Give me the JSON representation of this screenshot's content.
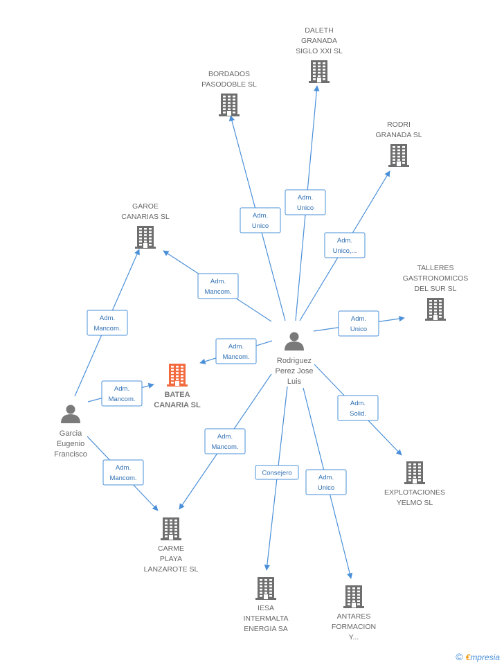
{
  "colors": {
    "edge": "#4a8fd8",
    "building": "#6e6e6e",
    "building_main": "#f26a3d",
    "person": "#7a7a7a"
  },
  "persons": [
    {
      "id": "rodriguez",
      "lines": [
        "Rodriguez",
        "Perez Jose",
        "Luis"
      ]
    },
    {
      "id": "garcia",
      "lines": [
        "Garcia",
        "Eugenio",
        "Francisco"
      ]
    }
  ],
  "companies": [
    {
      "id": "daleth",
      "lines": [
        "DALETH",
        "GRANADA",
        "SIGLO XXI SL"
      ]
    },
    {
      "id": "bordados",
      "lines": [
        "BORDADOS",
        "PASODOBLE SL"
      ]
    },
    {
      "id": "rodri",
      "lines": [
        "RODRI",
        "GRANADA SL"
      ]
    },
    {
      "id": "garoe",
      "lines": [
        "GAROE",
        "CANARIAS SL"
      ]
    },
    {
      "id": "talleres",
      "lines": [
        "TALLERES",
        "GASTRONOMICOS",
        "DEL SUR SL"
      ]
    },
    {
      "id": "batea",
      "lines": [
        "BATEA",
        "CANARIA SL"
      ],
      "main": true
    },
    {
      "id": "explotaciones",
      "lines": [
        "EXPLOTACIONES",
        "YELMO SL"
      ]
    },
    {
      "id": "carme",
      "lines": [
        "CARME",
        "PLAYA",
        "LANZAROTE  SL"
      ]
    },
    {
      "id": "iesa",
      "lines": [
        "IESA",
        "INTERMALTA",
        "ENERGIA SA"
      ]
    },
    {
      "id": "antares",
      "lines": [
        "ANTARES",
        "FORMACION",
        "Y..."
      ]
    }
  ],
  "edges": [
    {
      "from": "rodriguez",
      "to": "daleth",
      "label": [
        "Adm.",
        "Unico"
      ]
    },
    {
      "from": "rodriguez",
      "to": "bordados",
      "label": [
        "Adm.",
        "Unico"
      ]
    },
    {
      "from": "rodriguez",
      "to": "rodri",
      "label": [
        "Adm.",
        "Unico,..."
      ]
    },
    {
      "from": "rodriguez",
      "to": "garoe",
      "label": [
        "Adm.",
        "Mancom."
      ]
    },
    {
      "from": "rodriguez",
      "to": "talleres",
      "label": [
        "Adm.",
        "Unico"
      ]
    },
    {
      "from": "rodriguez",
      "to": "batea",
      "label": [
        "Adm.",
        "Mancom."
      ]
    },
    {
      "from": "rodriguez",
      "to": "explotaciones",
      "label": [
        "Adm.",
        "Solid."
      ]
    },
    {
      "from": "rodriguez",
      "to": "carme",
      "label": [
        "Adm.",
        "Mancom."
      ]
    },
    {
      "from": "rodriguez",
      "to": "iesa",
      "label": [
        "Consejero"
      ]
    },
    {
      "from": "rodriguez",
      "to": "antares",
      "label": [
        "Adm.",
        "Unico"
      ]
    },
    {
      "from": "garcia",
      "to": "garoe",
      "label": [
        "Adm.",
        "Mancom."
      ]
    },
    {
      "from": "garcia",
      "to": "batea",
      "label": [
        "Adm.",
        "Mancom."
      ]
    },
    {
      "from": "garcia",
      "to": "carme",
      "label": [
        "Adm.",
        "Mancom."
      ]
    }
  ],
  "footer": {
    "copyright": "©",
    "brand_initial": "€",
    "brand_rest": "mpresia"
  }
}
